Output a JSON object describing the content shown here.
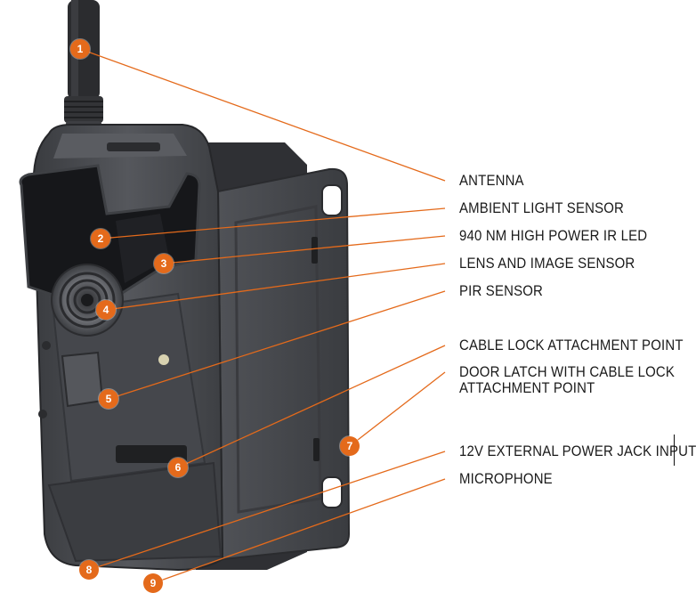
{
  "colors": {
    "accent": "#e46a1b",
    "body": "#4a4c50",
    "body_dark": "#2e3033",
    "text": "#1a1a1a"
  },
  "callouts": [
    {
      "number": "1",
      "label": "ANTENNA"
    },
    {
      "number": "2",
      "label": "AMBIENT LIGHT SENSOR"
    },
    {
      "number": "3",
      "label": "940 NM HIGH POWER IR LED"
    },
    {
      "number": "4",
      "label": "LENS AND IMAGE SENSOR"
    },
    {
      "number": "5",
      "label": "PIR SENSOR"
    },
    {
      "number": "6",
      "label": "CABLE LOCK ATTACHMENT POINT"
    },
    {
      "number": "7",
      "label": "DOOR LATCH WITH CABLE LOCK ATTACHMENT POINT"
    },
    {
      "number": "8",
      "label": "12V EXTERNAL POWER JACK INPUT"
    },
    {
      "number": "9",
      "label": "MICROPHONE"
    }
  ]
}
